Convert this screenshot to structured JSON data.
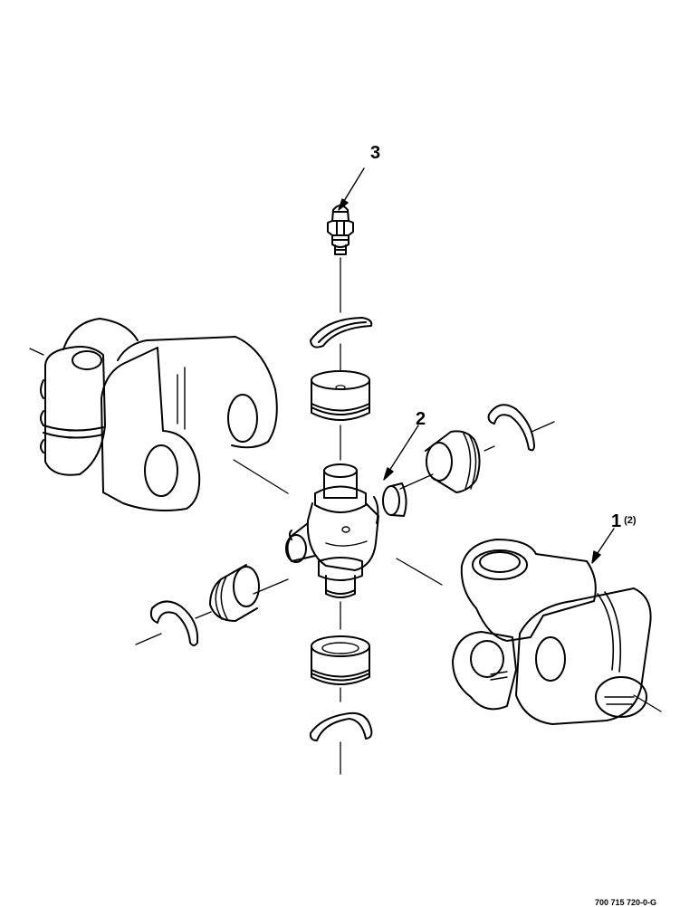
{
  "callouts": [
    {
      "number": "3",
      "qty": ""
    },
    {
      "number": "2",
      "qty": ""
    },
    {
      "number": "1",
      "qty": "(2)"
    }
  ],
  "drawing_number": "700 715 720-0-G",
  "colors": {
    "line": "#000000",
    "background": "#ffffff"
  }
}
